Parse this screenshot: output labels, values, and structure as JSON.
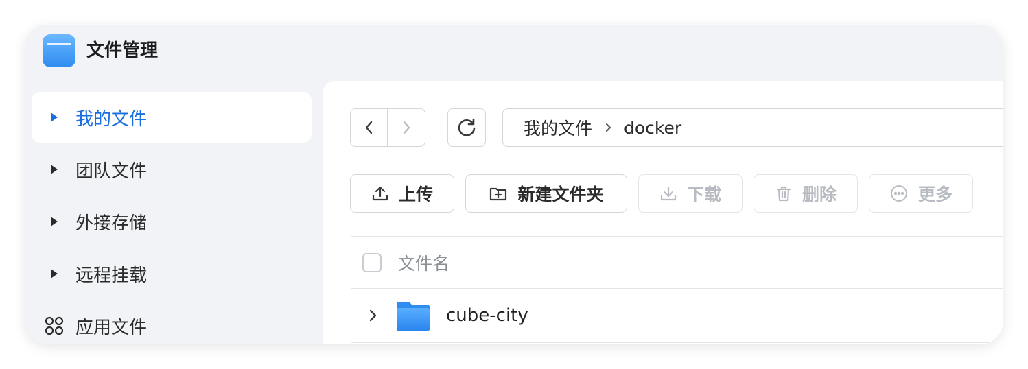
{
  "app": {
    "title": "文件管理",
    "icon": "folder-app-icon"
  },
  "sidebar": {
    "items": [
      {
        "label": "我的文件",
        "icon": "caret-right-icon",
        "active": true
      },
      {
        "label": "团队文件",
        "icon": "caret-right-icon",
        "active": false
      },
      {
        "label": "外接存储",
        "icon": "caret-right-icon",
        "active": false
      },
      {
        "label": "远程挂载",
        "icon": "caret-right-icon",
        "active": false
      },
      {
        "label": "应用文件",
        "icon": "apps-grid-icon",
        "active": false
      }
    ]
  },
  "path": {
    "root": "我的文件",
    "current": "docker"
  },
  "toolbar": {
    "upload": "上传",
    "new_folder": "新建文件夹",
    "download": "下载",
    "delete": "删除",
    "more": "更多"
  },
  "table": {
    "column_name": "文件名",
    "rows": [
      {
        "name": "cube-city",
        "type": "folder"
      }
    ]
  },
  "colors": {
    "accent": "#1a6fe0",
    "folder": "#3b9cf5"
  }
}
